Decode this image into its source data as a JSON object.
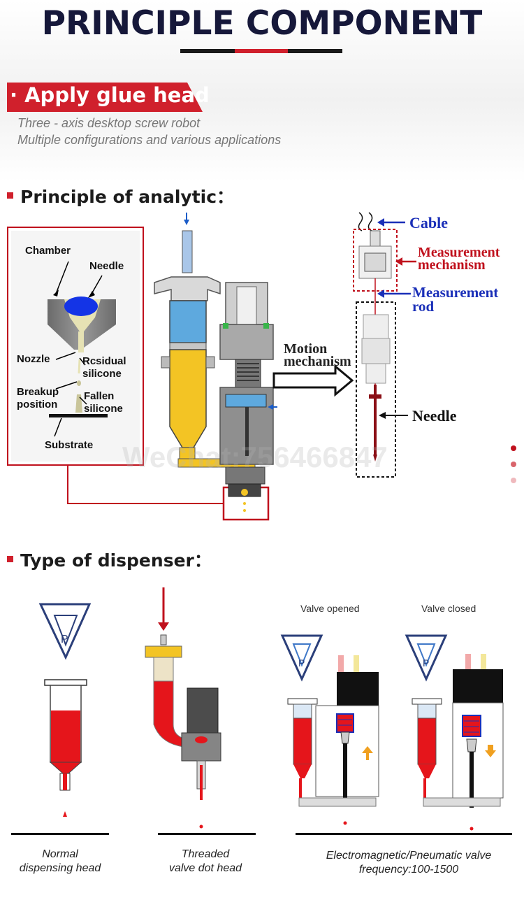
{
  "header": {
    "title": "PRINCIPLE COMPONENT"
  },
  "banner": {
    "label": "· Apply glue head",
    "subtitle_1": "Three - axis desktop screw robot",
    "subtitle_2": "Multiple configurations and various applications"
  },
  "principle": {
    "heading": "Principle of analytic：",
    "labels": {
      "chamber": "Chamber",
      "needle": "Needle",
      "nozzle": "Nozzle",
      "residual": "Rcsidual\nsilicone",
      "breakup": "Breakup\nposition",
      "fallen": "Fallen\nsilicone",
      "substrate": "Substrate"
    },
    "motion": "Motion\nmechanism",
    "right_labels": {
      "cable": "Cable",
      "measurement_mechanism": "Measurement\nmechanism",
      "measurement_rod": "Measurement\nrod",
      "needle": "Needle"
    },
    "watermark": "WeChat:756466847"
  },
  "dispenser": {
    "heading": "Type of dispenser：",
    "valve_opened": "Valve opened",
    "valve_closed": "Valve closed",
    "p_label": "P",
    "captions": {
      "normal": "Normal\ndispensing head",
      "threaded": "Threaded\nvalve dot head",
      "electro": "Electromagnetic/Pneumatic valve\nfrequency:100-1500"
    }
  },
  "colors": {
    "accent": "#d0202c",
    "title": "#16183a",
    "blue_label": "#1a2fb8",
    "red_label": "#c0111d"
  }
}
